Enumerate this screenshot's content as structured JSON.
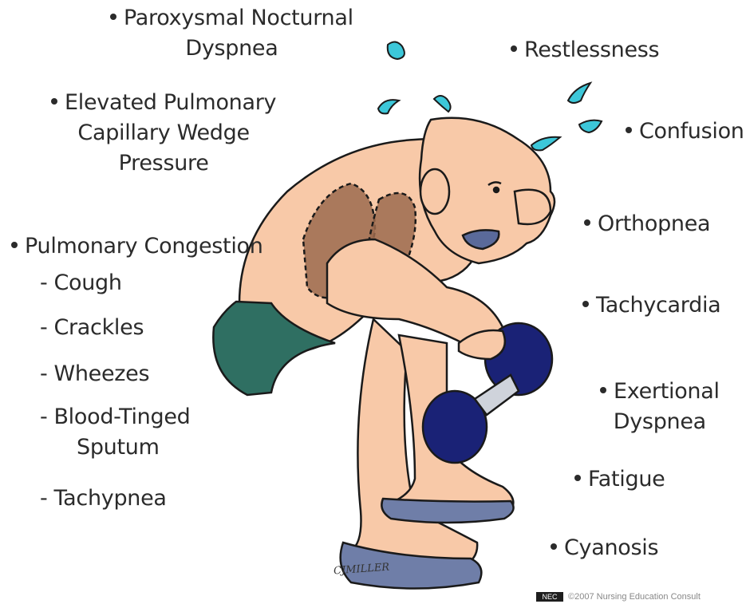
{
  "labels": {
    "paroxysmal": [
      "Paroxysmal Nocturnal",
      "Dyspnea"
    ],
    "elevated": [
      "Elevated Pulmonary",
      "Capillary Wedge",
      "Pressure"
    ],
    "pulmonary_congestion": "Pulmonary Congestion",
    "sub_items": [
      "Cough",
      "Crackles",
      "Wheezes",
      "Blood-Tinged",
      "Sputum",
      "Tachypnea"
    ],
    "restlessness": "Restlessness",
    "confusion": "Confusion",
    "orthopnea": "Orthopnea",
    "tachycardia": "Tachycardia",
    "exertional": [
      "Exertional",
      "Dyspnea"
    ],
    "fatigue": "Fatigue",
    "cyanosis": "Cyanosis"
  },
  "signature": "CJMILLER",
  "copyright": "©2007 Nursing Education Consult",
  "copyright_mark": "NEC",
  "colors": {
    "skin": "#f8c9a8",
    "lungs": "#9c6b4f",
    "shorts": "#2f6f62",
    "dumbbell": "#1a2276",
    "sweat": "#3cc7d9",
    "cyanosis": "#5a6a9a"
  }
}
